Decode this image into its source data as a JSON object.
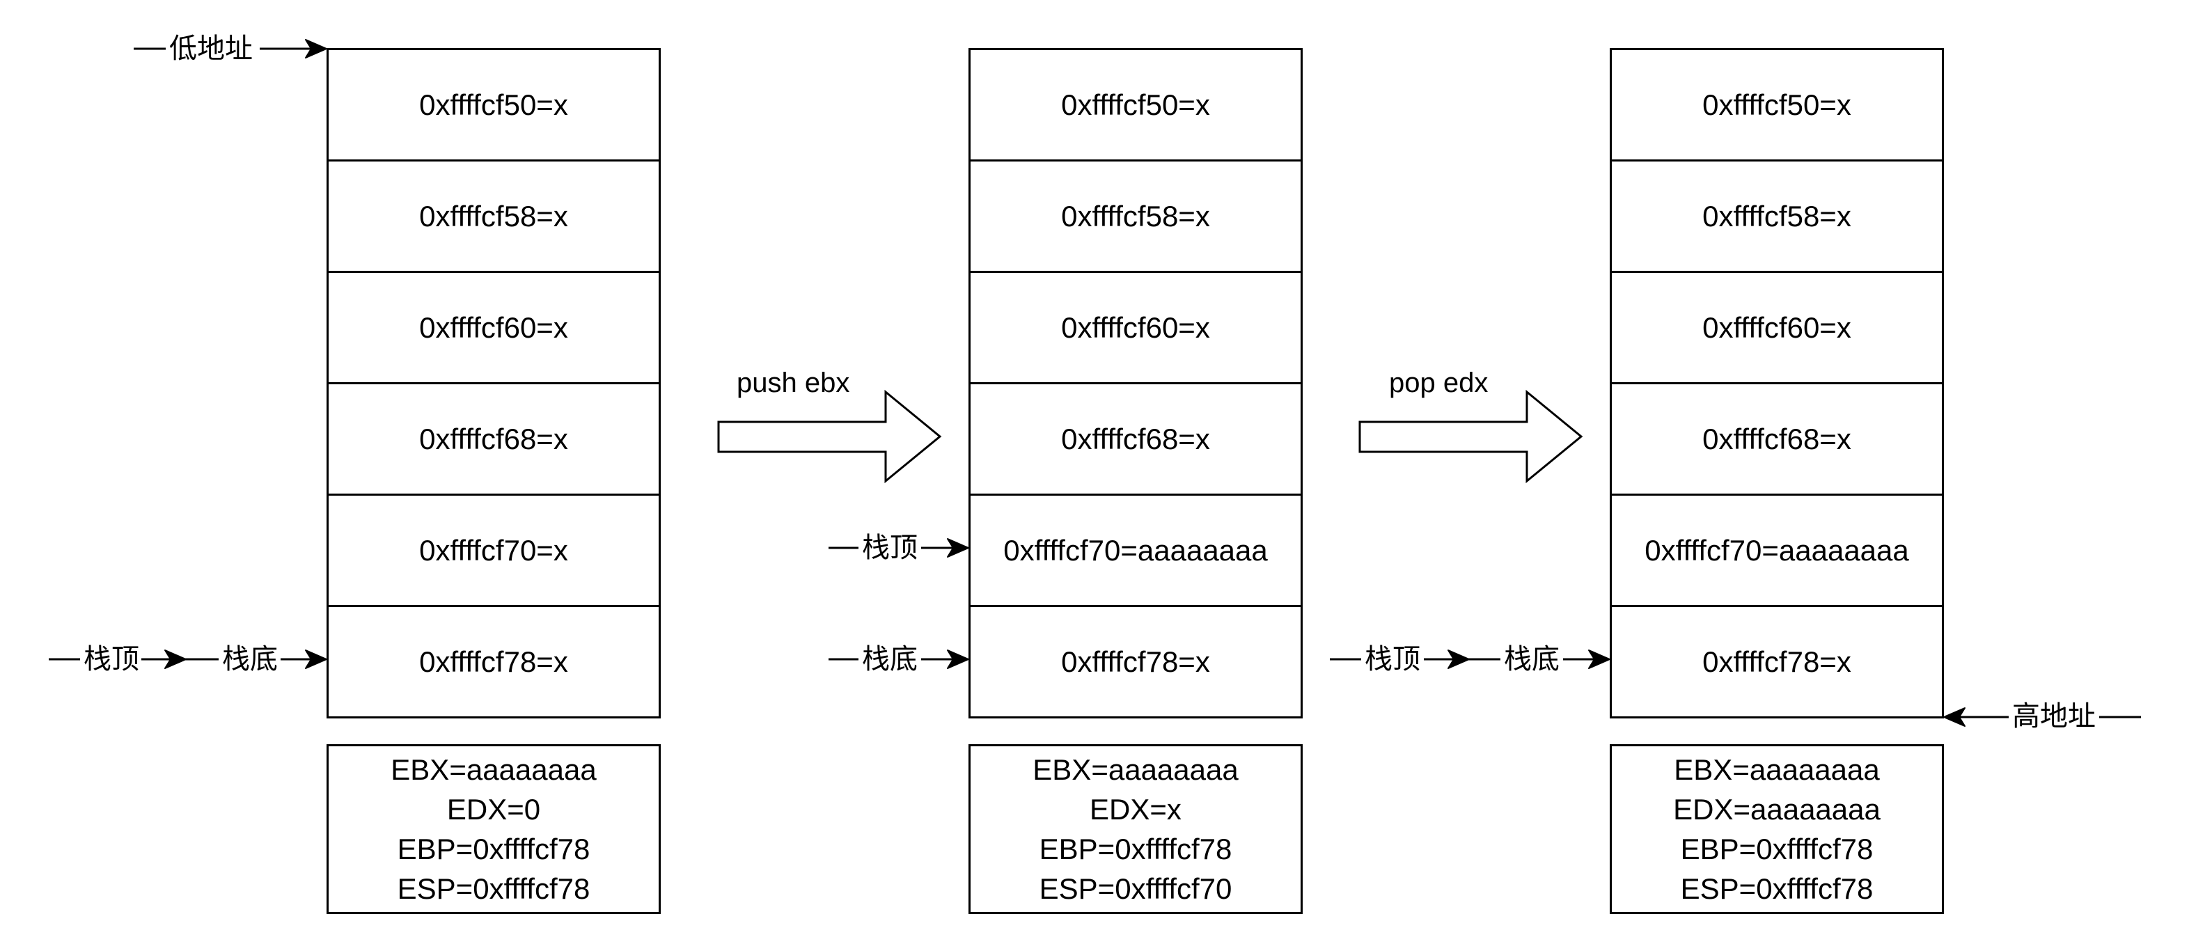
{
  "stacks": [
    {
      "cells": [
        "0xffffcf50=x",
        "0xffffcf58=x",
        "0xffffcf60=x",
        "0xffffcf68=x",
        "0xffffcf70=x",
        "0xffffcf78=x"
      ],
      "registers": [
        "EBX=aaaaaaaa",
        "EDX=0",
        "EBP=0xffffcf78",
        "ESP=0xffffcf78"
      ]
    },
    {
      "cells": [
        "0xffffcf50=x",
        "0xffffcf58=x",
        "0xffffcf60=x",
        "0xffffcf68=x",
        "0xffffcf70=aaaaaaaa",
        "0xffffcf78=x"
      ],
      "registers": [
        "EBX=aaaaaaaa",
        "EDX=x",
        "EBP=0xffffcf78",
        "ESP=0xffffcf70"
      ]
    },
    {
      "cells": [
        "0xffffcf50=x",
        "0xffffcf58=x",
        "0xffffcf60=x",
        "0xffffcf68=x",
        "0xffffcf70=aaaaaaaa",
        "0xffffcf78=x"
      ],
      "registers": [
        "EBX=aaaaaaaa",
        "EDX=aaaaaaaa",
        "EBP=0xffffcf78",
        "ESP=0xffffcf78"
      ]
    }
  ],
  "operations": [
    "push ebx",
    "pop edx"
  ],
  "labels": {
    "low_address": "低地址",
    "high_address": "高地址",
    "stack_top": "栈顶",
    "stack_bottom": "栈底"
  }
}
